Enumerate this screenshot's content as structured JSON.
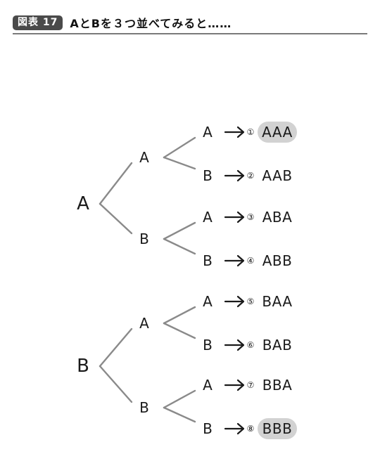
{
  "header": {
    "badge": "図表 17",
    "title": "AとBを３つ並べてみると……"
  },
  "tree": {
    "roots": [
      {
        "label": "A",
        "children": [
          {
            "label": "A",
            "leaves": [
              {
                "label": "A",
                "num": "①",
                "result": "AAA",
                "highlight": true
              },
              {
                "label": "B",
                "num": "②",
                "result": "AAB",
                "highlight": false
              }
            ]
          },
          {
            "label": "B",
            "leaves": [
              {
                "label": "A",
                "num": "③",
                "result": "ABA",
                "highlight": false
              },
              {
                "label": "B",
                "num": "④",
                "result": "ABB",
                "highlight": false
              }
            ]
          }
        ]
      },
      {
        "label": "B",
        "children": [
          {
            "label": "A",
            "leaves": [
              {
                "label": "A",
                "num": "⑤",
                "result": "BAA",
                "highlight": false
              },
              {
                "label": "B",
                "num": "⑥",
                "result": "BAB",
                "highlight": false
              }
            ]
          },
          {
            "label": "B",
            "leaves": [
              {
                "label": "A",
                "num": "⑦",
                "result": "BBA",
                "highlight": false
              },
              {
                "label": "B",
                "num": "⑧",
                "result": "BBB",
                "highlight": true
              }
            ]
          }
        ]
      }
    ]
  }
}
